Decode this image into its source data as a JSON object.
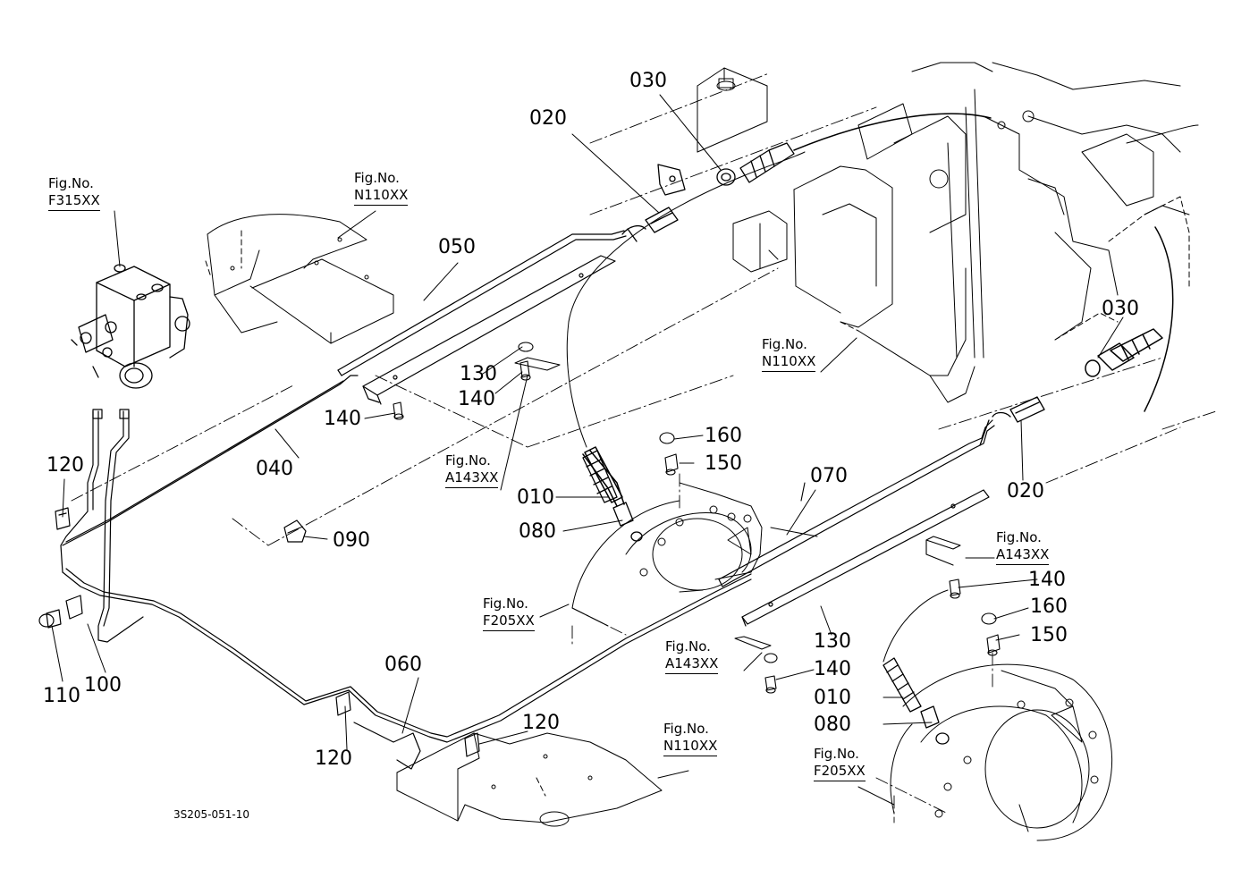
{
  "diagram_id": "3S205-051-10",
  "parts": {
    "p020_top": "020",
    "p030_top": "030",
    "p050": "050",
    "p130_left": "130",
    "p140_left_a": "140",
    "p140_left_b": "140",
    "p040": "040",
    "p120_left": "120",
    "p090": "090",
    "p010_left": "010",
    "p080_left": "080",
    "p160_left": "160",
    "p150_left": "150",
    "p030_right": "030",
    "p020_right": "020",
    "p070": "070",
    "p140_right_a": "140",
    "p160_right": "160",
    "p150_right": "150",
    "p130_right": "130",
    "p140_right_b": "140",
    "p010_right": "010",
    "p080_right": "080",
    "p110": "110",
    "p100": "100",
    "p060": "060",
    "p120_bottom_a": "120",
    "p120_bottom_b": "120"
  },
  "figure_refs": {
    "f315": {
      "prefix": "Fig.No.",
      "ref": "F315XX"
    },
    "n110_top": {
      "prefix": "Fig.No.",
      "ref": "N110XX"
    },
    "n110_mid": {
      "prefix": "Fig.No.",
      "ref": "N110XX"
    },
    "a143_left": {
      "prefix": "Fig.No.",
      "ref": "A143XX"
    },
    "a143_right": {
      "prefix": "Fig.No.",
      "ref": "A143XX"
    },
    "a143_mid": {
      "prefix": "Fig.No.",
      "ref": "A143XX"
    },
    "f205_left": {
      "prefix": "Fig.No.",
      "ref": "F205XX"
    },
    "f205_right": {
      "prefix": "Fig.No.",
      "ref": "F205XX"
    },
    "n110_bottom": {
      "prefix": "Fig.No.",
      "ref": "N110XX"
    }
  },
  "colors": {
    "ink": "#000000",
    "paper": "#ffffff"
  }
}
